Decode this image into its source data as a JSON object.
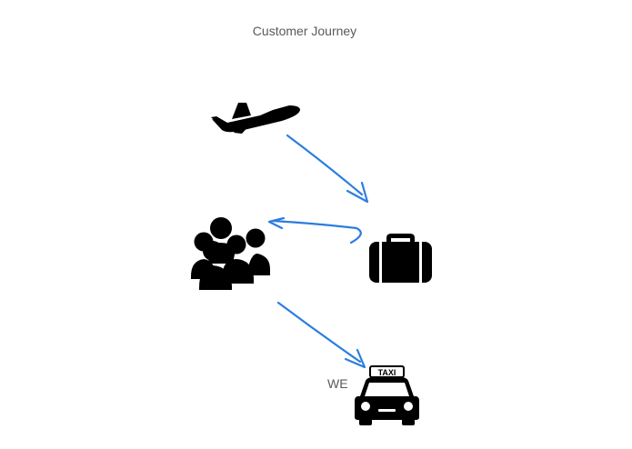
{
  "diagram": {
    "title": "Customer Journey",
    "nodes": [
      {
        "id": "airplane",
        "icon": "airplane-icon"
      },
      {
        "id": "luggage",
        "icon": "suitcase-icon"
      },
      {
        "id": "customers",
        "icon": "people-group-icon"
      },
      {
        "id": "taxi",
        "icon": "taxi-icon",
        "sign_text": "TAXI",
        "label": "WE"
      }
    ],
    "edges": [
      {
        "from": "airplane",
        "to": "luggage"
      },
      {
        "from": "luggage",
        "to": "customers"
      },
      {
        "from": "customers",
        "to": "taxi"
      }
    ],
    "colors": {
      "arrow": "#2b7de0",
      "icon": "#000000",
      "text": "#555a60"
    }
  }
}
